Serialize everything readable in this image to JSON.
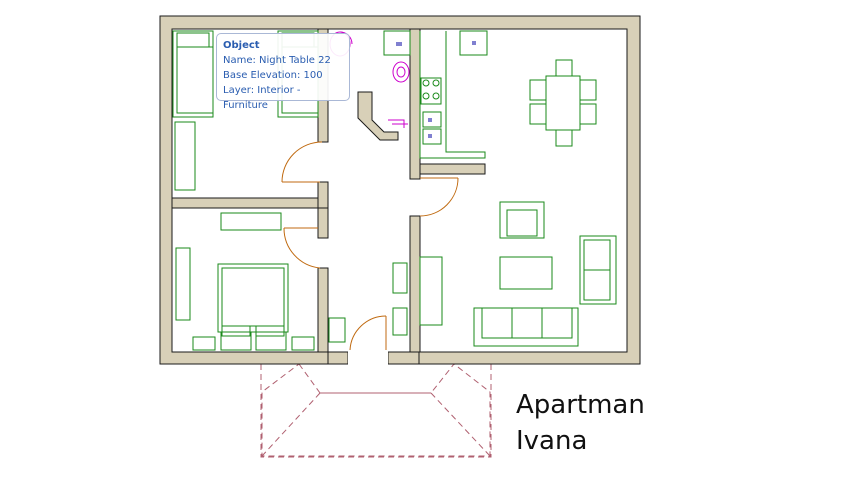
{
  "colors": {
    "wall_fill": "#d8d0b8",
    "wall_stroke": "#1a1a1a",
    "furniture": "#1a8a1a",
    "door": "#c06a10",
    "fixture": "#cc00cc",
    "roof": "#b06070",
    "tooltip_text": "#2a5db0"
  },
  "tooltip": {
    "title": "Object",
    "name_line": "Name: Night Table 22",
    "elevation_line": "Base Elevation: 100",
    "layer_line": "Layer: Interior - Furniture"
  },
  "caption": {
    "line1": "Apartman",
    "line2": "Ivana"
  },
  "icons": {
    "bed": "bed-icon",
    "sofa": "sofa-icon",
    "table": "dining-table-icon",
    "door": "door-swing-icon"
  }
}
